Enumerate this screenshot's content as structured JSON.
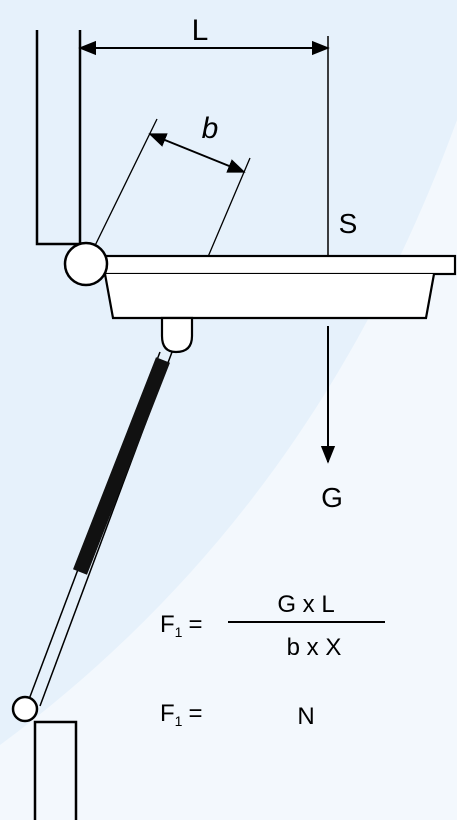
{
  "labels": {
    "length": "L",
    "lever_arm": "b",
    "center_of_gravity": "S",
    "weight": "G"
  },
  "formula": {
    "lhs_var": "F",
    "lhs_sub": "1",
    "equals": "=",
    "numerator": "G x L",
    "denominator": "b x X",
    "result_unit": "N"
  },
  "colors": {
    "background_light": "#f3f8fd",
    "background_blue": "#e6f1fb",
    "line": "#000000",
    "fill": "#ffffff",
    "cylinder": "#111111"
  }
}
